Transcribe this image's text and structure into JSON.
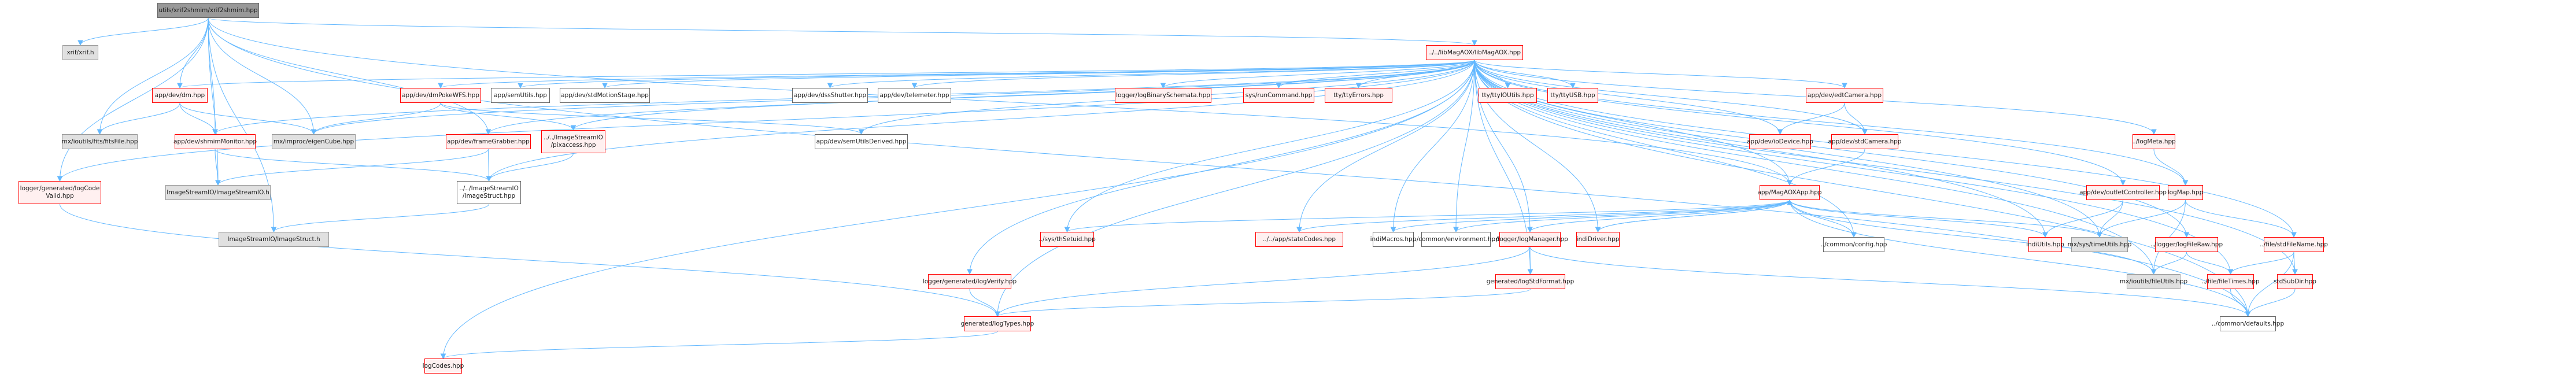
{
  "title": "utils/xrif2shmim/xrif2shmim.hpp include dependency graph",
  "colors": {
    "edge": "#63b8ff",
    "root_fill": "#999999",
    "external_fill": "#e0e0e0",
    "documented_fill": "#ffffff",
    "truncated_fill": "#fff0f0",
    "truncated_border": "#ff0000"
  },
  "nodes": [
    {
      "id": "root",
      "label": "utils/xrif2shmim/xrif2shmim.hpp",
      "kind": "root"
    },
    {
      "id": "xrif",
      "label": "xrif/xrif.h",
      "kind": "ext"
    },
    {
      "id": "libmagaox",
      "label": "../../libMagAOX/libMagAOX.hpp",
      "kind": "trunc"
    },
    {
      "id": "dm",
      "label": "app/dev/dm.hpp",
      "kind": "trunc"
    },
    {
      "id": "dmpokewfs",
      "label": "app/dev/dmPokeWFS.hpp",
      "kind": "trunc"
    },
    {
      "id": "semutils",
      "label": "app/semUtils.hpp",
      "kind": "doc"
    },
    {
      "id": "stdmotion",
      "label": "app/dev/stdMotionStage.hpp",
      "kind": "doc"
    },
    {
      "id": "dssshutter",
      "label": "app/dev/dssShutter.hpp",
      "kind": "doc"
    },
    {
      "id": "telemeter",
      "label": "app/dev/telemeter.hpp",
      "kind": "doc"
    },
    {
      "id": "logbinary",
      "label": "logger/logBinarySchemata.hpp",
      "kind": "trunc"
    },
    {
      "id": "runcommand",
      "label": "sys/runCommand.hpp",
      "kind": "trunc"
    },
    {
      "id": "ttyerrors",
      "label": "tty/ttyErrors.hpp",
      "kind": "trunc"
    },
    {
      "id": "ttyioutils",
      "label": "tty/ttyIOUtils.hpp",
      "kind": "trunc"
    },
    {
      "id": "ttyusb",
      "label": "tty/ttyUSB.hpp",
      "kind": "trunc"
    },
    {
      "id": "edtcamera",
      "label": "app/dev/edtCamera.hpp",
      "kind": "trunc"
    },
    {
      "id": "fitsfile",
      "label": "mx/ioutils/fits/fitsFile.hpp",
      "kind": "ext"
    },
    {
      "id": "shmimmonitor",
      "label": "app/dev/shmimMonitor.hpp",
      "kind": "trunc"
    },
    {
      "id": "eigencube",
      "label": "mx/improc/eigenCube.hpp",
      "kind": "ext"
    },
    {
      "id": "framegrabber",
      "label": "app/dev/frameGrabber.hpp",
      "kind": "trunc"
    },
    {
      "id": "pixaccess",
      "label": "../../ImageStreamIO\n/pixaccess.hpp",
      "kind": "trunc"
    },
    {
      "id": "semutilsderived",
      "label": "app/dev/semUtilsDerived.hpp",
      "kind": "doc"
    },
    {
      "id": "iodevice",
      "label": "app/dev/ioDevice.hpp",
      "kind": "trunc"
    },
    {
      "id": "stdcamera",
      "label": "app/dev/stdCamera.hpp",
      "kind": "trunc"
    },
    {
      "id": "logmeta",
      "label": "../logMeta.hpp",
      "kind": "trunc"
    },
    {
      "id": "logcodevalid",
      "label": "logger/generated/logCode\nValid.hpp",
      "kind": "trunc"
    },
    {
      "id": "isio_h",
      "label": "ImageStreamIO/ImageStreamIO.h",
      "kind": "ext"
    },
    {
      "id": "imagestruct_hpp",
      "label": "../../ImageStreamIO\n/ImageStruct.hpp",
      "kind": "doc"
    },
    {
      "id": "magaoxapp",
      "label": "app/MagAOXApp.hpp",
      "kind": "trunc"
    },
    {
      "id": "outletcontroller",
      "label": "app/dev/outletController.hpp",
      "kind": "trunc"
    },
    {
      "id": "logmap",
      "label": "logMap.hpp",
      "kind": "trunc"
    },
    {
      "id": "imagestruct_h",
      "label": "ImageStreamIO/ImageStruct.h",
      "kind": "ext"
    },
    {
      "id": "thsetuid",
      "label": "../sys/thSetuid.hpp",
      "kind": "trunc"
    },
    {
      "id": "statecodes",
      "label": "../../app/stateCodes.hpp",
      "kind": "trunc"
    },
    {
      "id": "indimacros",
      "label": "indiMacros.hpp",
      "kind": "doc"
    },
    {
      "id": "environment",
      "label": "../common/environment.hpp",
      "kind": "doc"
    },
    {
      "id": "logmanager",
      "label": "../logger/logManager.hpp",
      "kind": "trunc"
    },
    {
      "id": "indidriver",
      "label": "indiDriver.hpp",
      "kind": "trunc"
    },
    {
      "id": "config",
      "label": "../common/config.hpp",
      "kind": "doc"
    },
    {
      "id": "indiutils",
      "label": "indiUtils.hpp",
      "kind": "trunc"
    },
    {
      "id": "timeutils",
      "label": "mx/sys/timeUtils.hpp",
      "kind": "ext"
    },
    {
      "id": "logfileraw",
      "label": "../logger/logFileRaw.hpp",
      "kind": "trunc"
    },
    {
      "id": "stdfilename",
      "label": "../file/stdFileName.hpp",
      "kind": "trunc"
    },
    {
      "id": "logverify",
      "label": "logger/generated/logVerify.hpp",
      "kind": "trunc"
    },
    {
      "id": "logstdformat",
      "label": "generated/logStdFormat.hpp",
      "kind": "trunc"
    },
    {
      "id": "fileutils",
      "label": "mx/ioutils/fileUtils.hpp",
      "kind": "ext"
    },
    {
      "id": "filetimes",
      "label": "../file/fileTimes.hpp",
      "kind": "trunc"
    },
    {
      "id": "stdsubdir",
      "label": "stdSubDir.hpp",
      "kind": "trunc"
    },
    {
      "id": "logtypes",
      "label": "generated/logTypes.hpp",
      "kind": "trunc"
    },
    {
      "id": "defaults",
      "label": "../common/defaults.hpp",
      "kind": "doc"
    },
    {
      "id": "logcodes",
      "label": "logCodes.hpp",
      "kind": "trunc"
    }
  ],
  "edges": [
    [
      "root",
      "xrif"
    ],
    [
      "root",
      "libmagaox"
    ],
    [
      "root",
      "dm"
    ],
    [
      "root",
      "fitsfile"
    ],
    [
      "root",
      "shmimmonitor"
    ],
    [
      "root",
      "isio_h"
    ],
    [
      "root",
      "imagestruct_h"
    ],
    [
      "root",
      "logcodevalid"
    ],
    [
      "root",
      "eigencube"
    ],
    [
      "root",
      "framegrabber"
    ],
    [
      "root",
      "magaoxapp"
    ],
    [
      "root",
      "defaults"
    ],
    [
      "libmagaox",
      "dm"
    ],
    [
      "libmagaox",
      "dmpokewfs"
    ],
    [
      "libmagaox",
      "semutils"
    ],
    [
      "libmagaox",
      "stdmotion"
    ],
    [
      "libmagaox",
      "dssshutter"
    ],
    [
      "libmagaox",
      "telemeter"
    ],
    [
      "libmagaox",
      "logbinary"
    ],
    [
      "libmagaox",
      "runcommand"
    ],
    [
      "libmagaox",
      "ttyerrors"
    ],
    [
      "libmagaox",
      "ttyioutils"
    ],
    [
      "libmagaox",
      "ttyusb"
    ],
    [
      "libmagaox",
      "edtcamera"
    ],
    [
      "libmagaox",
      "shmimmonitor"
    ],
    [
      "libmagaox",
      "framegrabber"
    ],
    [
      "libmagaox",
      "pixaccess"
    ],
    [
      "libmagaox",
      "semutilsderived"
    ],
    [
      "libmagaox",
      "iodevice"
    ],
    [
      "libmagaox",
      "stdcamera"
    ],
    [
      "libmagaox",
      "logmeta"
    ],
    [
      "libmagaox",
      "logcodevalid"
    ],
    [
      "libmagaox",
      "imagestruct_hpp"
    ],
    [
      "libmagaox",
      "magaoxapp"
    ],
    [
      "libmagaox",
      "outletcontroller"
    ],
    [
      "libmagaox",
      "logmap"
    ],
    [
      "libmagaox",
      "thsetuid"
    ],
    [
      "libmagaox",
      "statecodes"
    ],
    [
      "libmagaox",
      "indimacros"
    ],
    [
      "libmagaox",
      "environment"
    ],
    [
      "libmagaox",
      "logmanager"
    ],
    [
      "libmagaox",
      "indidriver"
    ],
    [
      "libmagaox",
      "config"
    ],
    [
      "libmagaox",
      "indiutils"
    ],
    [
      "libmagaox",
      "timeutils"
    ],
    [
      "libmagaox",
      "logfileraw"
    ],
    [
      "libmagaox",
      "stdfilename"
    ],
    [
      "libmagaox",
      "logverify"
    ],
    [
      "libmagaox",
      "logstdformat"
    ],
    [
      "libmagaox",
      "fileutils"
    ],
    [
      "libmagaox",
      "filetimes"
    ],
    [
      "libmagaox",
      "stdsubdir"
    ],
    [
      "libmagaox",
      "logtypes"
    ],
    [
      "libmagaox",
      "defaults"
    ],
    [
      "libmagaox",
      "logcodes"
    ],
    [
      "libmagaox",
      "eigencube"
    ],
    [
      "dm",
      "fitsfile"
    ],
    [
      "dm",
      "shmimmonitor"
    ],
    [
      "dm",
      "eigencube"
    ],
    [
      "dmpokewfs",
      "eigencube"
    ],
    [
      "dmpokewfs",
      "pixaccess"
    ],
    [
      "dmpokewfs",
      "semutilsderived"
    ],
    [
      "shmimmonitor",
      "isio_h"
    ],
    [
      "shmimmonitor",
      "imagestruct_hpp"
    ],
    [
      "framegrabber",
      "isio_h"
    ],
    [
      "framegrabber",
      "imagestruct_hpp"
    ],
    [
      "pixaccess",
      "imagestruct_hpp"
    ],
    [
      "imagestruct_hpp",
      "imagestruct_h"
    ],
    [
      "logcodevalid",
      "logtypes"
    ],
    [
      "edtcamera",
      "iodevice"
    ],
    [
      "edtcamera",
      "stdcamera"
    ],
    [
      "stdcamera",
      "magaoxapp"
    ],
    [
      "magaoxapp",
      "thsetuid"
    ],
    [
      "magaoxapp",
      "statecodes"
    ],
    [
      "magaoxapp",
      "indimacros"
    ],
    [
      "magaoxapp",
      "environment"
    ],
    [
      "magaoxapp",
      "logmanager"
    ],
    [
      "magaoxapp",
      "indidriver"
    ],
    [
      "magaoxapp",
      "config"
    ],
    [
      "magaoxapp",
      "indiutils"
    ],
    [
      "magaoxapp",
      "timeutils"
    ],
    [
      "magaoxapp",
      "fileutils"
    ],
    [
      "magaoxapp",
      "defaults"
    ],
    [
      "indidriver",
      "magaoxapp"
    ],
    [
      "logmanager",
      "logstdformat"
    ],
    [
      "logmanager",
      "logtypes"
    ],
    [
      "logmanager",
      "defaults"
    ],
    [
      "logstdformat",
      "logtypes"
    ],
    [
      "logverify",
      "logtypes"
    ],
    [
      "logtypes",
      "logcodes"
    ],
    [
      "outletcontroller",
      "indiutils"
    ],
    [
      "outletcontroller",
      "timeutils"
    ],
    [
      "logmeta",
      "logmap"
    ],
    [
      "logmap",
      "timeutils"
    ],
    [
      "logmap",
      "fileutils"
    ],
    [
      "logmap",
      "stdfilename"
    ],
    [
      "logfileraw",
      "fileutils"
    ],
    [
      "logfileraw",
      "filetimes"
    ],
    [
      "stdfilename",
      "filetimes"
    ],
    [
      "stdfilename",
      "stdsubdir"
    ],
    [
      "stdfilename",
      "defaults"
    ],
    [
      "filetimes",
      "defaults"
    ],
    [
      "stdsubdir",
      "defaults"
    ]
  ]
}
